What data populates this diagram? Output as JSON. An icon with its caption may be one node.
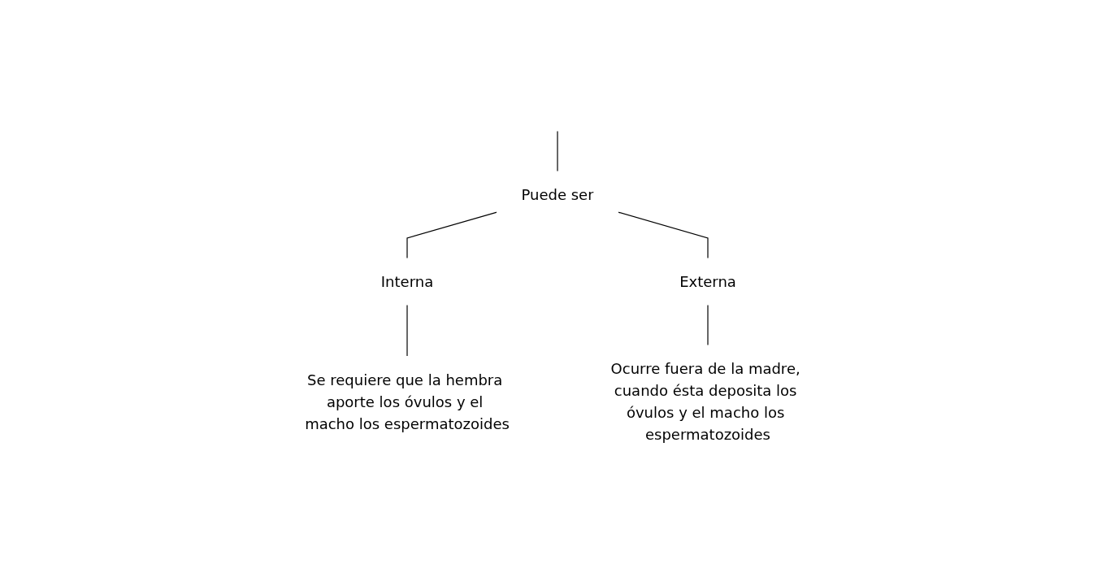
{
  "diagram": {
    "nodes": [
      {
        "text": [
          "Puede ser"
        ]
      },
      {
        "text": [
          "Interna"
        ]
      },
      {
        "text": [
          "Externa"
        ]
      },
      {
        "text": [
          "Se requiere que la hembra aporte los óvulos y el macho los espermatozoides"
        ]
      },
      {
        "text": [
          "Ocurre fuera de la madre, cuando ésta deposita los óvulos y el macho los espermatozoides"
        ]
      }
    ],
    "edges": [
      {
        "from": null,
        "to": 0,
        "arrow": "none"
      },
      {
        "from": 0,
        "to": 1,
        "arrow": "none"
      },
      {
        "from": 0,
        "to": 2,
        "arrow": "none"
      },
      {
        "from": 1,
        "to": 3,
        "arrow": "none"
      },
      {
        "from": 2,
        "to": 4,
        "arrow": "none"
      }
    ]
  }
}
